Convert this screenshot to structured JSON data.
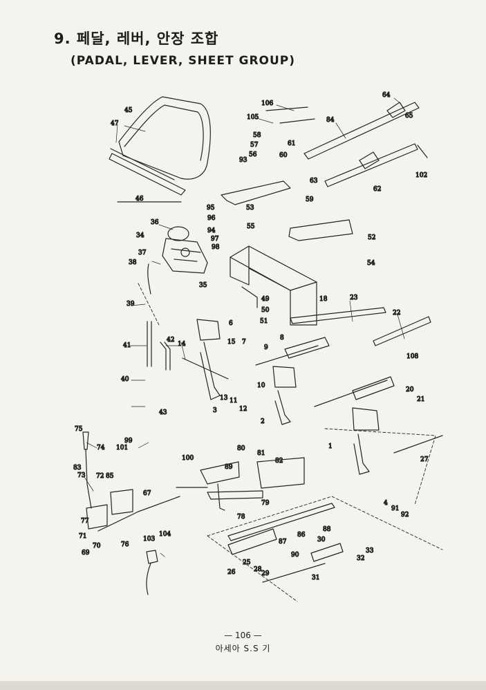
{
  "header": {
    "title_ko": "9. 페달, 레버, 안장 조합",
    "title_en": "(PADAL, LEVER, SHEET GROUP)"
  },
  "diagram": {
    "part_numbers": [
      "106",
      "105",
      "64",
      "65",
      "84",
      "61",
      "93",
      "58",
      "57",
      "56",
      "60",
      "63",
      "62",
      "102",
      "45",
      "47",
      "46",
      "36",
      "95",
      "96",
      "94",
      "97",
      "98",
      "53",
      "55",
      "34",
      "37",
      "38",
      "35",
      "18",
      "49",
      "50",
      "51",
      "39",
      "41",
      "42",
      "14",
      "6",
      "15",
      "7",
      "9",
      "8",
      "23",
      "22",
      "108",
      "40",
      "43",
      "3",
      "13",
      "11",
      "12",
      "10",
      "2",
      "1",
      "20",
      "21",
      "27",
      "4",
      "91",
      "92",
      "75",
      "74",
      "99",
      "101",
      "100",
      "73",
      "83",
      "72",
      "85",
      "67",
      "77",
      "71",
      "69",
      "70",
      "76",
      "80",
      "81",
      "82",
      "89",
      "78",
      "79",
      "88",
      "86",
      "87",
      "25",
      "26",
      "28",
      "29",
      "90",
      "31",
      "30",
      "33",
      "32",
      "103",
      "104",
      "59",
      "52",
      "54"
    ]
  },
  "footer": {
    "page_number": "— 106 —",
    "company": "아세아 S.S 기"
  }
}
